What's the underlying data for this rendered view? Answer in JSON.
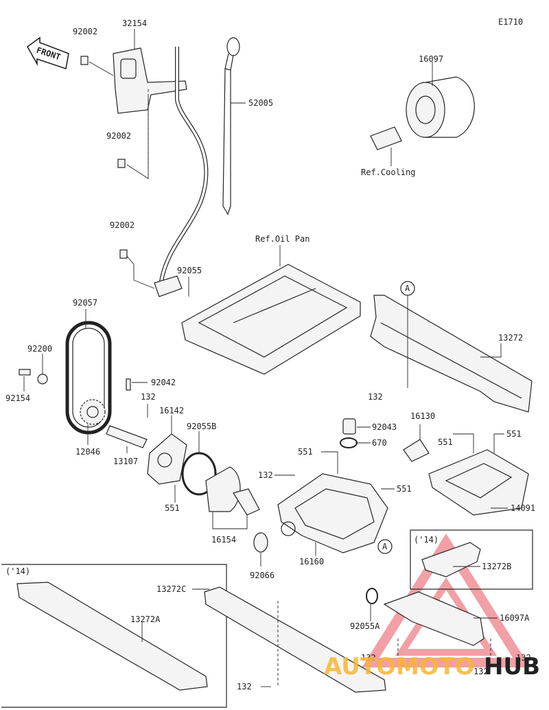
{
  "diagram_code": "E1710",
  "front_label": "FRONT",
  "year_note": "('14)",
  "callout_a": "A",
  "ref_cooling": "Ref.Cooling",
  "ref_oil_pan": "Ref.Oil Pan",
  "parts": {
    "p32154": "32154",
    "p92002a": "92002",
    "p92002b": "92002",
    "p92002c": "92002",
    "p52005": "52005",
    "p16097": "16097",
    "p92055": "92055",
    "p92057": "92057",
    "p92200": "92200",
    "p92154": "92154",
    "p92042": "92042",
    "p132a": "132",
    "p16142": "16142",
    "p92055B": "92055B",
    "p12046": "12046",
    "p13107": "13107",
    "p551a": "551",
    "p16154": "16154",
    "p13272": "13272",
    "p132b": "132",
    "p92043": "92043",
    "p16130": "16130",
    "p670": "670",
    "p551b": "551",
    "p132c": "132",
    "p551c": "551",
    "p551d": "551",
    "p551e": "551",
    "p14091": "14091",
    "p92066": "92066",
    "p16160": "16160",
    "p13272B": "13272B",
    "p13272A": "13272A",
    "p13272C": "13272C",
    "p92055A": "92055A",
    "p16097A": "16097A",
    "p132d": "132",
    "p132e": "132",
    "p132f": "132",
    "p132g": "132"
  },
  "watermark": {
    "part1": "AUTOMOTO",
    "part2": "HUB",
    "color1": "#f7b733",
    "color2": "#222222",
    "logo_color": "#e8505b"
  }
}
